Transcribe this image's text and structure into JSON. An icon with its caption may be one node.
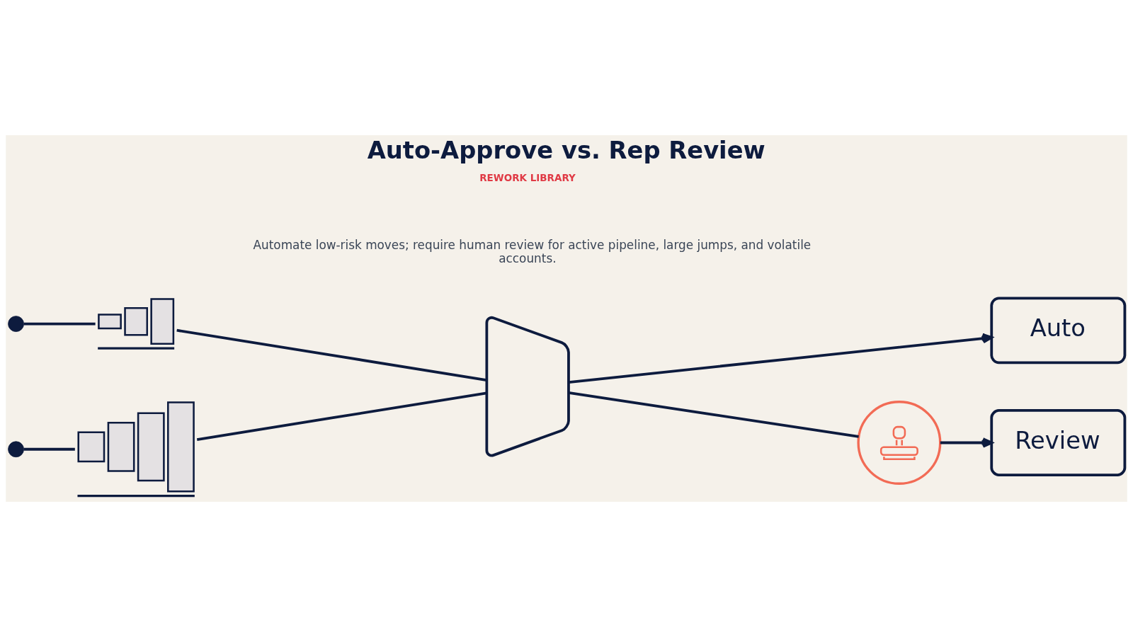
{
  "diagram": {
    "title": "Auto-Approve vs. Rep Review",
    "nodes": [
      {
        "text": [],
        "shape": "circle"
      },
      {
        "text": [],
        "shape": "picture"
      },
      {
        "text": [],
        "shape": "circle"
      },
      {
        "text": [],
        "shape": "picture"
      },
      {
        "text": [],
        "shape": "trapezoid"
      },
      {
        "text": [
          "Auto"
        ]
      },
      {
        "text": [],
        "shape": "picture"
      },
      {
        "text": [
          "Review"
        ]
      }
    ],
    "edges": [
      {
        "from": 0,
        "to": 1,
        "arrow": "none"
      },
      {
        "from": 2,
        "to": 3,
        "arrow": "none"
      },
      {
        "from": 1,
        "to": 4,
        "arrow": "none"
      },
      {
        "from": 3,
        "to": 4,
        "arrow": "none"
      },
      {
        "from": 4,
        "to": 5,
        "arrow": "to"
      },
      {
        "from": 4,
        "to": 6,
        "arrow": "none"
      },
      {
        "from": 6,
        "to": 7,
        "arrow": "to"
      }
    ],
    "labels": [
      "REWORK LIBRARY",
      "Automate low-risk moves; require human review for active pipeline, large jumps, and volatile accounts."
    ]
  }
}
